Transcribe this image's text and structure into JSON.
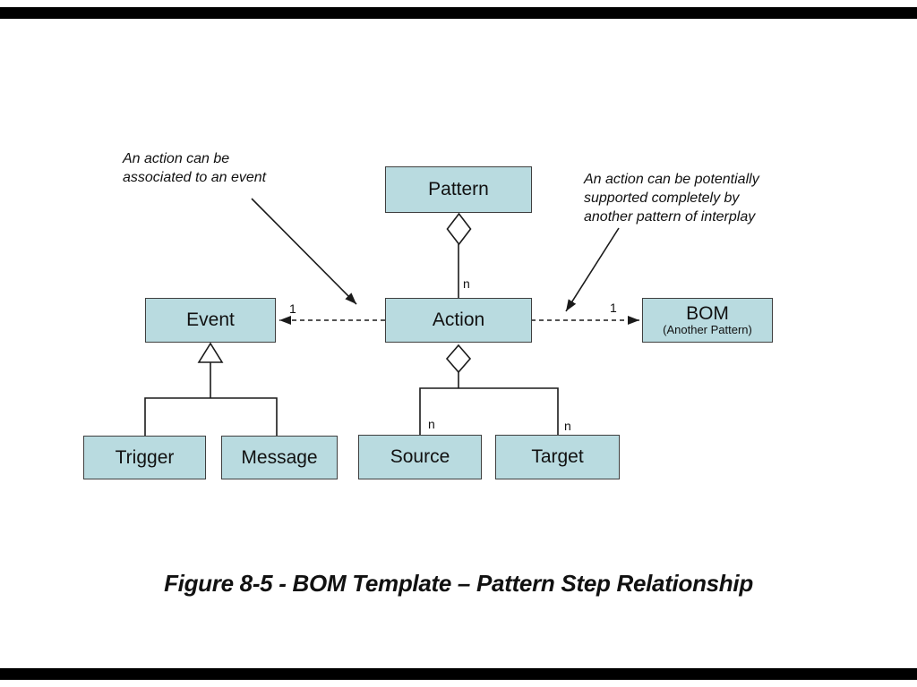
{
  "colors": {
    "box_fill": "#b9dbe0",
    "box_border": "#3f3f3f",
    "line": "#1a1a1a",
    "bar": "#000000"
  },
  "nodes": {
    "pattern": "Pattern",
    "event": "Event",
    "action": "Action",
    "bom": "BOM",
    "bom_sub": "(Another Pattern)",
    "trigger": "Trigger",
    "message": "Message",
    "source": "Source",
    "target": "Target"
  },
  "multiplicities": {
    "pattern_action": "n",
    "event_action": "1",
    "action_bom": "1",
    "action_source": "n",
    "action_target": "n"
  },
  "annotations": {
    "left": "An action can be\nassociated to an event",
    "right": "An action can be potentially\nsupported completely by\nanother pattern of interplay"
  },
  "caption": "Figure 8-5 - BOM Template – Pattern Step Relationship"
}
